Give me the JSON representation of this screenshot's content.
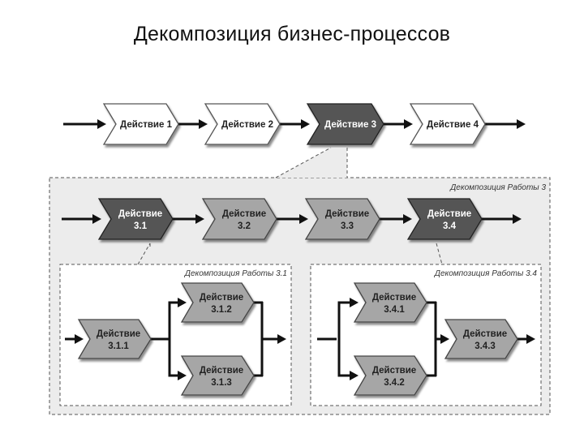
{
  "page": {
    "title": "Декомпозиция бизнес-процессов"
  },
  "top_row": {
    "a1": "Действие 1",
    "a2": "Действие 2",
    "a3": "Действие 3",
    "a4": "Действие 4"
  },
  "level2": {
    "caption": "Декомпозиция Работы 3",
    "a31": [
      "Действие",
      "3.1"
    ],
    "a32": [
      "Действие",
      "3.2"
    ],
    "a33": [
      "Действие",
      "3.3"
    ],
    "a34": [
      "Действие",
      "3.4"
    ]
  },
  "sub31": {
    "caption": "Декомпозиция Работы 3.1",
    "a311": [
      "Действие",
      "3.1.1"
    ],
    "a312": [
      "Действие",
      "3.1.2"
    ],
    "a313": [
      "Действие",
      "3.1.3"
    ]
  },
  "sub34": {
    "caption": "Декомпозиция Работы 3.4",
    "a341": [
      "Действие",
      "3.4.1"
    ],
    "a342": [
      "Действие",
      "3.4.2"
    ],
    "a343": [
      "Действие",
      "3.4.3"
    ]
  },
  "colors": {
    "dark": "#555555",
    "mid": "#a6a6a6",
    "light": "#ffffff",
    "panel": "#ececec"
  }
}
